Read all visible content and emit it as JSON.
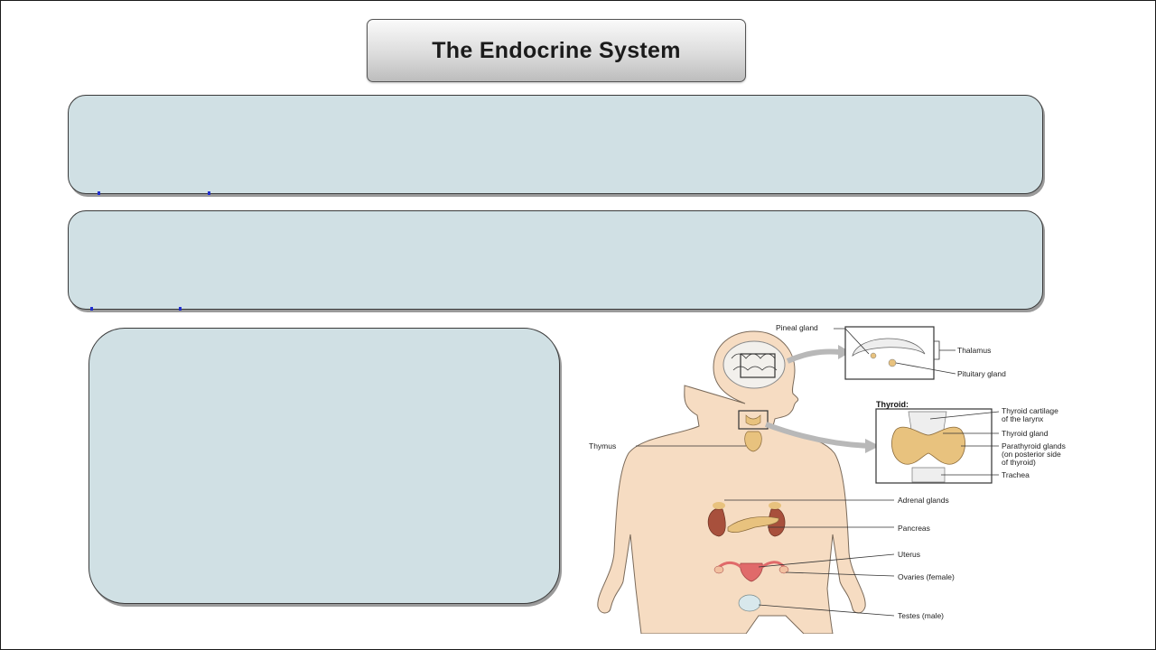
{
  "slide": {
    "title": "The Endocrine System"
  },
  "diagram": {
    "labels": {
      "pineal_gland": "Pineal gland",
      "thalamus": "Thalamus",
      "pituitary_gland": "Pituitary gland",
      "thyroid_heading": "Thyroid:",
      "thyroid_cartilage_1": "Thyroid cartilage",
      "thyroid_cartilage_2": "of the larynx",
      "thyroid_gland": "Thyroid gland",
      "parathyroid_1": "Parathyroid glands",
      "parathyroid_2": "(on posterior side",
      "parathyroid_3": "of thyroid)",
      "trachea": "Trachea",
      "thymus": "Thymus",
      "adrenal_glands": "Adrenal glands",
      "pancreas": "Pancreas",
      "uterus": "Uterus",
      "ovaries": "Ovaries (female)",
      "testes": "Testes (male)"
    },
    "colors": {
      "skin": "#f6dcc2",
      "gland": "#e8c27e",
      "kidney": "#a8503c",
      "panel": "#d0e0e4"
    }
  }
}
